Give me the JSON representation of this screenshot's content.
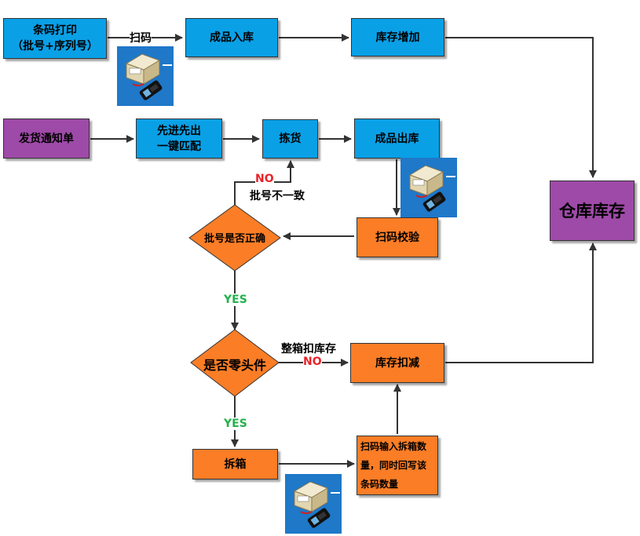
{
  "nodes": {
    "barcode_print_line1": "条码打印",
    "barcode_print_line2": "（批号+序列号）",
    "finished_in": "成品入库",
    "stock_increase": "库存增加",
    "ship_notice": "发货通知单",
    "fifo_line1": "先进先出",
    "fifo_line2": "一键匹配",
    "picking": "拣货",
    "finished_out": "成品出库",
    "scan_verify": "扫码校验",
    "batch_correct": "批号是否正确",
    "is_loose": "是否零头件",
    "stock_deduct": "库存扣减",
    "unbox": "拆箱",
    "scan_input_line1": "扫码输入拆箱数",
    "scan_input_line2": "量，同时回写该",
    "scan_input_line3": "条码数量",
    "warehouse": "仓库库存"
  },
  "edge_labels": {
    "scan": "扫码",
    "no_batch": "NO",
    "batch_mismatch": "批号不一致",
    "yes_batch": "YES",
    "whole_box": "整箱扣库存",
    "no_loose": "NO",
    "yes_loose": "YES"
  },
  "colors": {
    "blue": "#0aa0e6",
    "orange": "#fb7d26",
    "purple": "#9e4aa8",
    "no": "#e8232a",
    "yes": "#22b24c",
    "scanner_bg": "#1f78c8"
  },
  "icons": [
    "barcode-scanner-icon"
  ]
}
